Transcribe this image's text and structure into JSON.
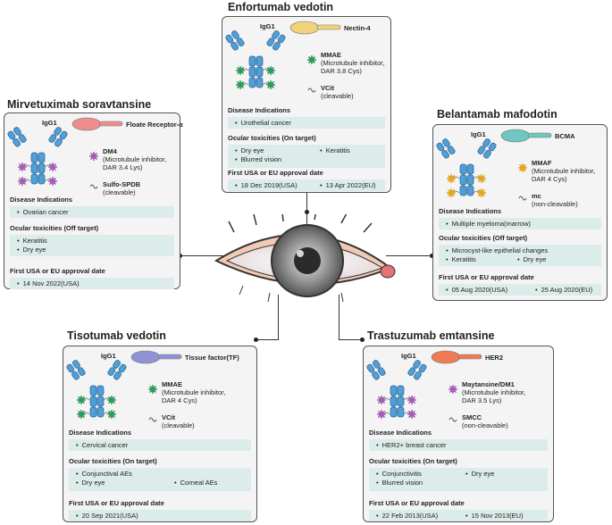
{
  "center": {
    "icon": "eye-icon"
  },
  "cards": [
    {
      "id": "enfortumab",
      "title": "Enfortumab vedotin",
      "antibody": "IgG1",
      "target": "Nectin-4",
      "payload_name": "MMAE",
      "payload_desc": [
        "(Microtubule inhibitor,",
        "DAR 3.8 Cys)"
      ],
      "linker_name": "VCit",
      "linker_desc": "(cleavable)",
      "indications_label": "Disease Indications",
      "indications": [
        "Urothelial cancer"
      ],
      "toxicities_label": "Ocular toxicities (On target)",
      "toxicities": [
        "Dry eye",
        "Keratitis",
        "Blurred vision"
      ],
      "approval_label": "First USA or EU approval date",
      "approvals": [
        "18 Dec 2019(USA)",
        "13 Apr 2022(EU)"
      ],
      "target_color": "#f2d27a",
      "payload_color": "#2e9a5c"
    },
    {
      "id": "mirvetuximab",
      "title": "Mirvetuximab soravtansine",
      "antibody": "IgG1",
      "target": "Floate Receptor-α",
      "payload_name": "DM4",
      "payload_desc": [
        "(Microtubule inhibitor,",
        "DAR 3.4 Lys)"
      ],
      "linker_name": "Sulfo-SPDB",
      "linker_desc": "(cleavable)",
      "indications_label": "Disease Indications",
      "indications": [
        "Ovarian cancer"
      ],
      "toxicities_label": "Ocular toxicities (Off target)",
      "toxicities": [
        "Keratitis",
        "Dry eye"
      ],
      "approval_label": "First USA or EU approval date",
      "approvals": [
        "14 Nov 2022(USA)"
      ],
      "target_color": "#ef8d8d",
      "payload_color": "#a25fb3"
    },
    {
      "id": "belantamab",
      "title": "Belantamab mafodotin",
      "antibody": "IgG1",
      "target": "BCMA",
      "payload_name": "MMAF",
      "payload_desc": [
        "(Microtubule inhibitor,",
        "DAR 4 Cys)"
      ],
      "linker_name": "mc",
      "linker_desc": "(non-cleavable)",
      "indications_label": "Disease Indications",
      "indications": [
        "Multiple myeloma(marrow)"
      ],
      "toxicities_label": "Ocular toxicities (Off target)",
      "toxicities": [
        "Microcyst-like epithelial changes",
        "Keratitis",
        "Dry eye"
      ],
      "approval_label": "First USA or EU approval date",
      "approvals": [
        "05 Aug 2020(USA)",
        "25 Aug 2020(EU)"
      ],
      "target_color": "#6fc7bf",
      "payload_color": "#e2a51f"
    },
    {
      "id": "tisotumab",
      "title": "Tisotumab vedotin",
      "antibody": "IgG1",
      "target": "Tissue factor(TF)",
      "payload_name": "MMAE",
      "payload_desc": [
        "(Microtubule inhibitor,",
        "DAR 4 Cys)"
      ],
      "linker_name": "VCit",
      "linker_desc": "(cleavable)",
      "indications_label": "Disease Indications",
      "indications": [
        "Cervical cancer"
      ],
      "toxicities_label": "Ocular toxicities (On target)",
      "toxicities": [
        "Conjunctival AEs",
        "Dry eye",
        "Corneal AEs"
      ],
      "approval_label": "First USA or EU approval date",
      "approvals": [
        "20 Sep 2021(USA)"
      ],
      "target_color": "#8f93d6",
      "payload_color": "#2e9a5c"
    },
    {
      "id": "trastuzumab",
      "title": "Trastuzumab emtansine",
      "antibody": "IgG1",
      "target": "HER2",
      "payload_name": "Maytansine/DM1",
      "payload_desc": [
        "(Microtubule inhibitor,",
        "DAR 3.5 Lys)"
      ],
      "linker_name": "SMCC",
      "linker_desc": "(non-cleavable)",
      "indications_label": "Disease Indications",
      "indications": [
        "HER2+ breast cancer"
      ],
      "toxicities_label": "Ocular toxicities (On target)",
      "toxicities": [
        "Conjunctivitis",
        "Dry eye",
        "Blurred vision"
      ],
      "approval_label": "First USA or EU approval date",
      "approvals": [
        "22 Feb 2013(USA)",
        "15 Nov 2013(EU)"
      ],
      "target_color": "#ef7b55",
      "payload_color": "#a25fb3"
    }
  ]
}
